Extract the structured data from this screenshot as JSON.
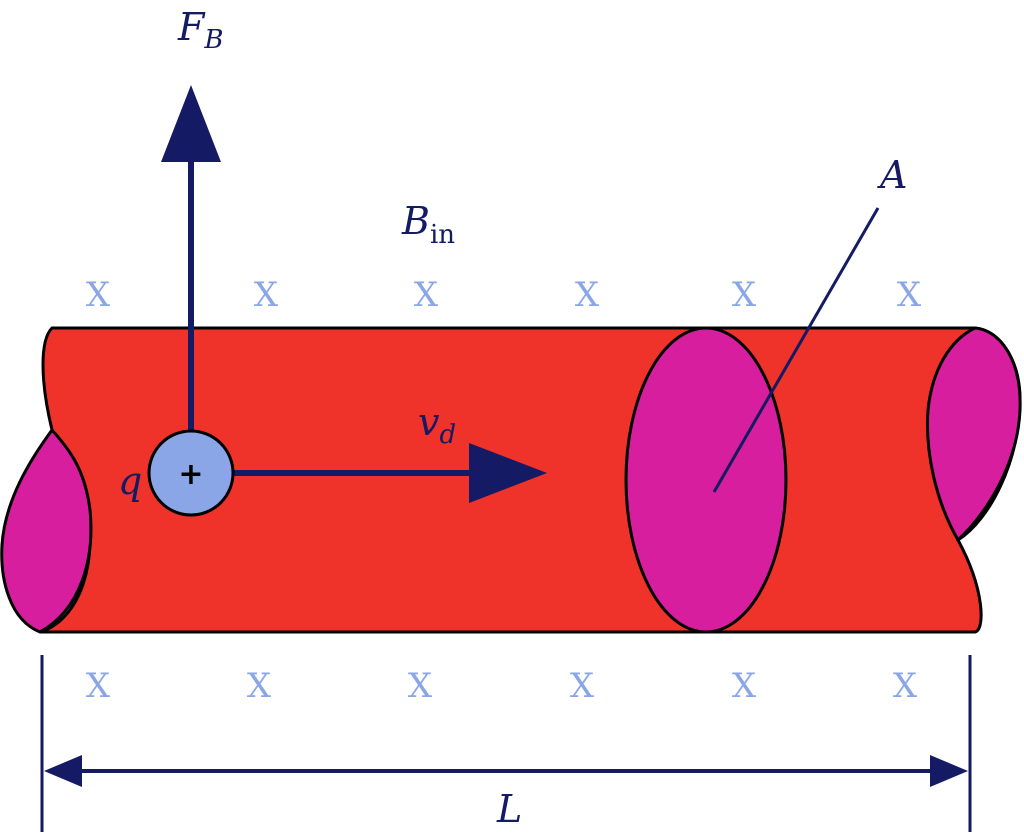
{
  "labels": {
    "force": "F",
    "force_sub": "B",
    "field": "B",
    "field_sub": "in",
    "area": "A",
    "velocity": "v",
    "velocity_sub": "d",
    "charge": "q",
    "charge_sign": "+",
    "length": "L"
  },
  "field_markers": {
    "top_row": [
      "X",
      "X",
      "X",
      "X",
      "X",
      "X"
    ],
    "bottom_row": [
      "X",
      "X",
      "X",
      "X",
      "X",
      "X"
    ]
  },
  "colors": {
    "wire_body": "#ef322a",
    "wire_cross_section": "#d61e9e",
    "arrows": "#141a63",
    "charge_fill": "#8aa6e6",
    "field_marker": "#8aa6e6",
    "outline": "#000000"
  }
}
